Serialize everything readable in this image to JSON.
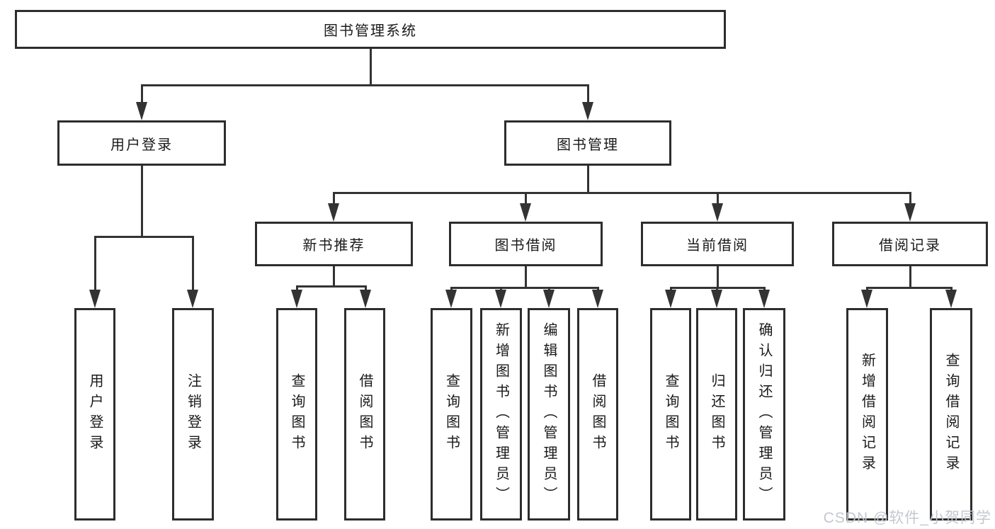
{
  "tree": {
    "root": "图书管理系统",
    "branches": [
      {
        "label": "用户登录",
        "children": [
          "用户登录",
          "注销登录"
        ]
      },
      {
        "label": "图书管理",
        "groups": [
          {
            "label": "新书推荐",
            "children": [
              "查询图书",
              "借阅图书"
            ]
          },
          {
            "label": "图书借阅",
            "children": [
              "查询图书",
              "新增图书（管理员）",
              "编辑图书（管理员）",
              "借阅图书"
            ]
          },
          {
            "label": "当前借阅",
            "children": [
              "查询图书",
              "归还图书",
              "确认归还（管理员）"
            ]
          },
          {
            "label": "借阅记录",
            "children": [
              "新增借阅记录",
              "查询借阅记录"
            ]
          }
        ]
      }
    ]
  },
  "watermark": "CSDN @软件_小贺同学",
  "colors": {
    "line": "#333333",
    "box_border": "#2d2d2d",
    "text": "#1a1a1a",
    "watermark": "#c1c5cc",
    "background": "#ffffff"
  }
}
